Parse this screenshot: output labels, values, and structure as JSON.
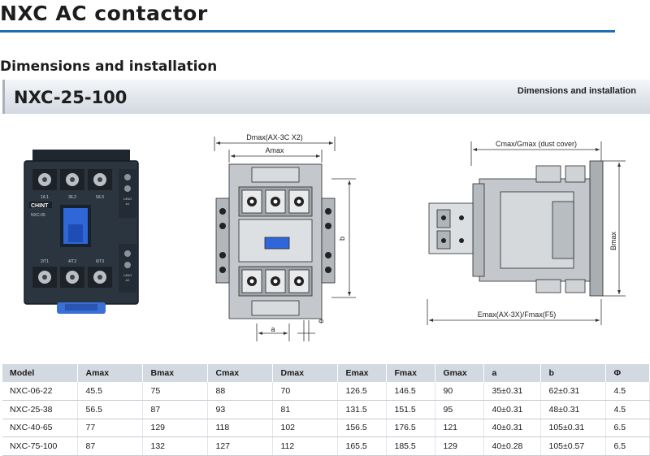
{
  "page": {
    "title": "NXC AC contactor",
    "section": "Dimensions and installation",
    "banner_model": "NXC-25-100",
    "banner_right": "Dimensions and installation"
  },
  "photo": {
    "brand": "CHINT",
    "model": "NXC-65",
    "terminals_top": [
      "1/L1",
      "3/L2",
      "5/L3"
    ],
    "terminals_bottom": [
      "2/T1",
      "4/T2",
      "6/T3"
    ],
    "aux_top": [
      "13NO",
      "A1"
    ],
    "aux_bottom": [
      "14NO",
      "A2"
    ]
  },
  "front_drawing": {
    "label_dmax": "Dmax(AX-3C X2)",
    "label_amax": "Amax",
    "label_b": "b",
    "label_a": "a",
    "label_phi": "Φ"
  },
  "side_drawing": {
    "label_cmax": "Cmax/Gmax (dust cover)",
    "label_bmax": "Bmax",
    "label_emax": "Emax(AX-3X)/Fmax(F5)"
  },
  "table": {
    "headers": [
      "Model",
      "Amax",
      "Bmax",
      "Cmax",
      "Dmax",
      "Emax",
      "Fmax",
      "Gmax",
      "a",
      "b",
      "Φ"
    ],
    "rows": [
      [
        "NXC-06-22",
        "45.5",
        "75",
        "88",
        "70",
        "126.5",
        "146.5",
        "90",
        "35±0.31",
        "62±0.31",
        "4.5"
      ],
      [
        "NXC-25-38",
        "56.5",
        "87",
        "93",
        "81",
        "131.5",
        "151.5",
        "95",
        "40±0.31",
        "48±0.31",
        "4.5"
      ],
      [
        "NXC-40-65",
        "77",
        "129",
        "118",
        "102",
        "156.5",
        "176.5",
        "121",
        "40±0.31",
        "105±0.31",
        "6.5"
      ],
      [
        "NXC-75-100",
        "87",
        "132",
        "127",
        "112",
        "165.5",
        "185.5",
        "129",
        "40±0.28",
        "105±0.57",
        "6.5"
      ]
    ]
  },
  "colors": {
    "accent_rule": "#1f6db3",
    "banner_bg": "#dfe4ea",
    "table_header_bg": "#d3d9e0",
    "product_body": "#2b3540",
    "product_blue": "#2f67d8"
  }
}
